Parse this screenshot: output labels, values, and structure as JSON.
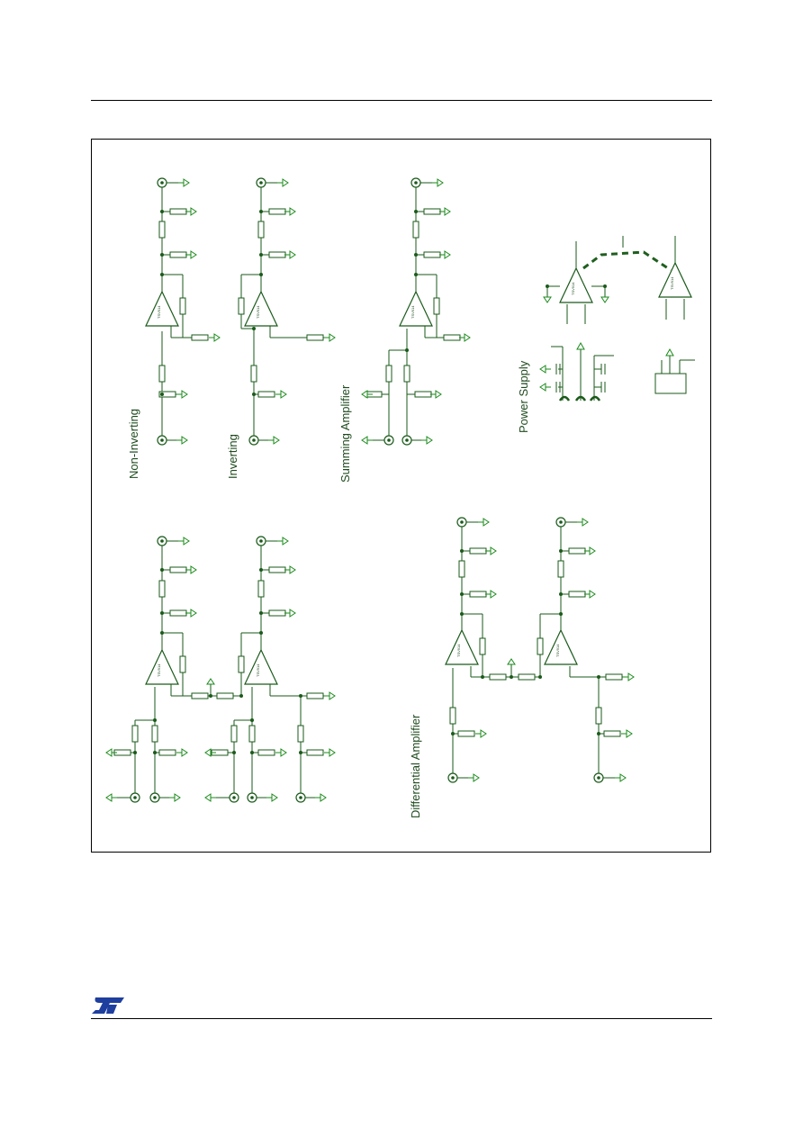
{
  "colors": {
    "wire": "#1a5a1a",
    "ground": "#1a8a1a",
    "label": "#1e4a1e",
    "dashed": "#1f5f1f"
  },
  "logo": {
    "icon": "st-logo"
  },
  "sections": {
    "non_inverting": "Non-Inverting",
    "inverting": "Inverting",
    "summing": "Summing Amplifier",
    "differential": "Differential Amplifier",
    "power": "Power Supply"
  }
}
